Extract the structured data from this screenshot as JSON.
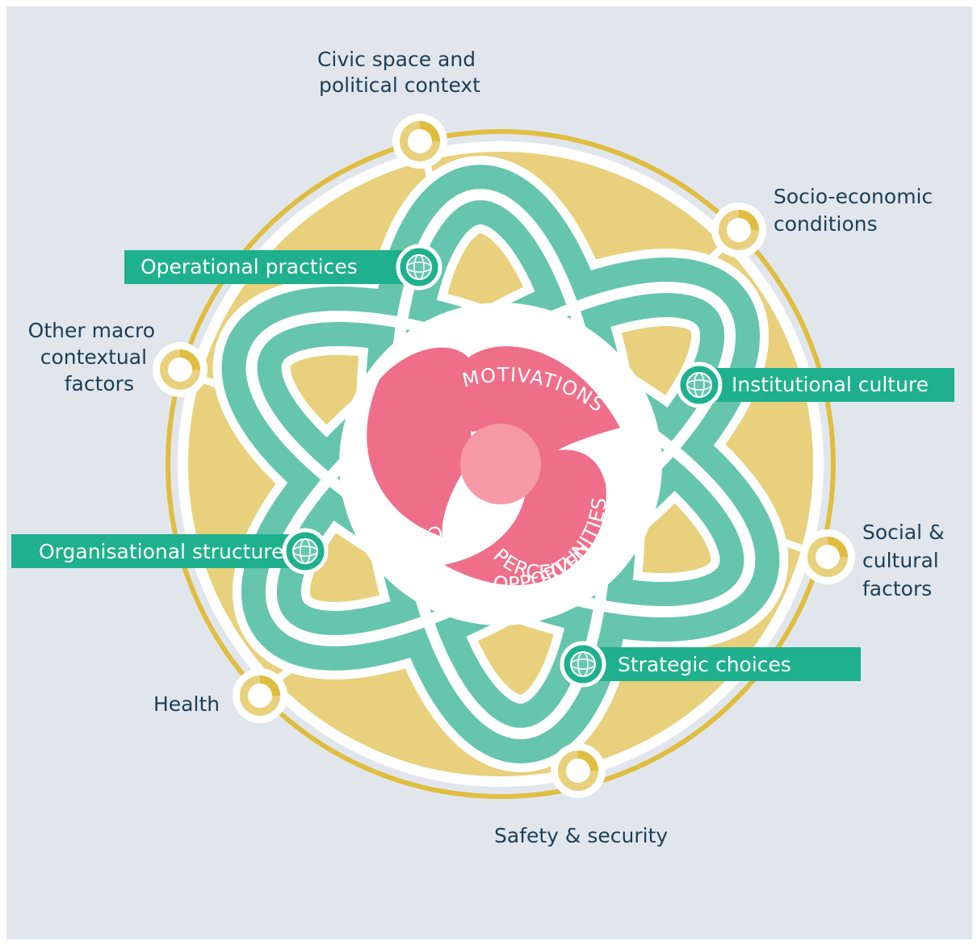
{
  "macro_factors": {
    "civic": [
      "Civic space and",
      "political context"
    ],
    "socio": [
      "Socio-economic",
      "conditions"
    ],
    "other": [
      "Other macro",
      "contextual",
      "factors"
    ],
    "social": [
      "Social &",
      "cultural",
      "factors"
    ],
    "health": "Health",
    "safety": "Safety & security"
  },
  "institutional_factors": {
    "operational": "Operational practices",
    "culture": "Institutional culture",
    "structures": "Organisational structures",
    "strategic": "Strategic choices"
  },
  "core": {
    "capacities": "CAPACITIES",
    "motivations": "MOTIVATIONS",
    "perceived": "PERCEIVED",
    "opportunities": "OPPORTUNITIES"
  },
  "colors": {
    "background": "#e1e6ed",
    "outer_ring": "#e8d07c",
    "ring_border": "#dfbd3e",
    "petals": "#66c5ad",
    "tag": "#1fb08e",
    "core": "#ef6f8a",
    "center": "#f599a6",
    "text": "#1f3d55"
  }
}
